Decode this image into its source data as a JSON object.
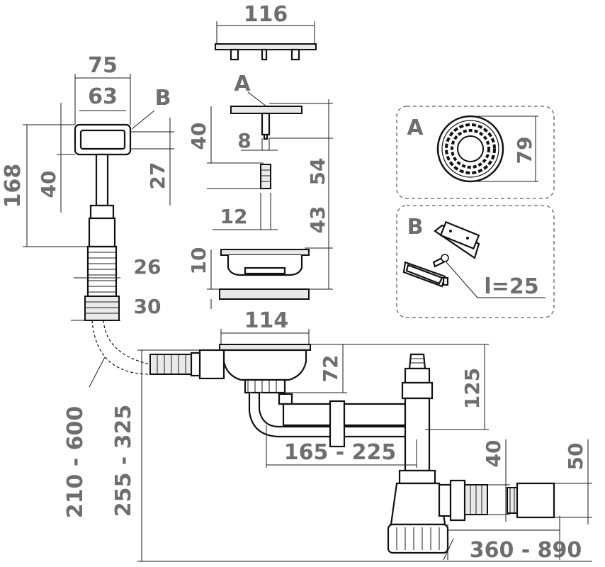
{
  "labels": {
    "dim_116": "116",
    "part_a": "A",
    "dim_75": "75",
    "dim_63": "63",
    "part_b": "B",
    "dim_40_top": "40",
    "dim_8": "8",
    "dim_168": "168",
    "dim_40_left": "40",
    "dim_27": "27",
    "dim_54": "54",
    "dim_12": "12",
    "dim_43": "43",
    "dim_10": "10",
    "dim_26": "26",
    "dim_30": "30",
    "dim_114": "114",
    "dim_72": "72",
    "dim_125": "125",
    "dim_165_225": "165 - 225",
    "dim_40_right": "40",
    "dim_50": "50",
    "dim_210_600": "210 - 600",
    "dim_255_325": "255 - 325",
    "dim_360_890": "360 - 890"
  },
  "inset_a": {
    "label": "A",
    "dim": "79"
  },
  "inset_b": {
    "label": "B",
    "dim": "l=25"
  }
}
